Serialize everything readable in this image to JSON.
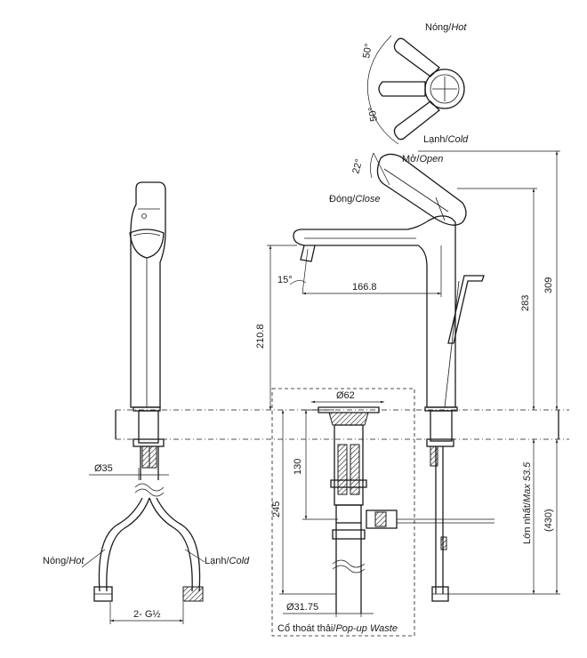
{
  "handle_labels": {
    "hot": "Nóng/",
    "hot_en": "Hot",
    "cold": "Lạnh/",
    "cold_en": "Cold",
    "angle_top": "50°",
    "angle_bottom": "50°"
  },
  "lever_labels": {
    "open": "Mở/",
    "open_en": "Open",
    "close": "Đóng/",
    "close_en": "Close",
    "angle": "22°"
  },
  "dimensions": {
    "spout_angle": "15°",
    "reach": "166.8",
    "spout_height": "210.8",
    "total_height": "309",
    "height_283": "283",
    "drain_dia": "Ø62",
    "depth_130": "130",
    "depth_245": "245",
    "shank_dia": "Ø35",
    "waste_dia": "Ø31.75",
    "max_label": "Lớn nhất/",
    "max_en": "Max 53.5",
    "hose_len": "(430)"
  },
  "hose_labels": {
    "hot": "Nóng/",
    "hot_en": "Hot",
    "cold": "Lạnh/",
    "cold_en": "Cold",
    "thread": "2- G½"
  },
  "waste_label": {
    "vn": "Cổ thoát thải/",
    "en": "Pop-up Waste"
  }
}
